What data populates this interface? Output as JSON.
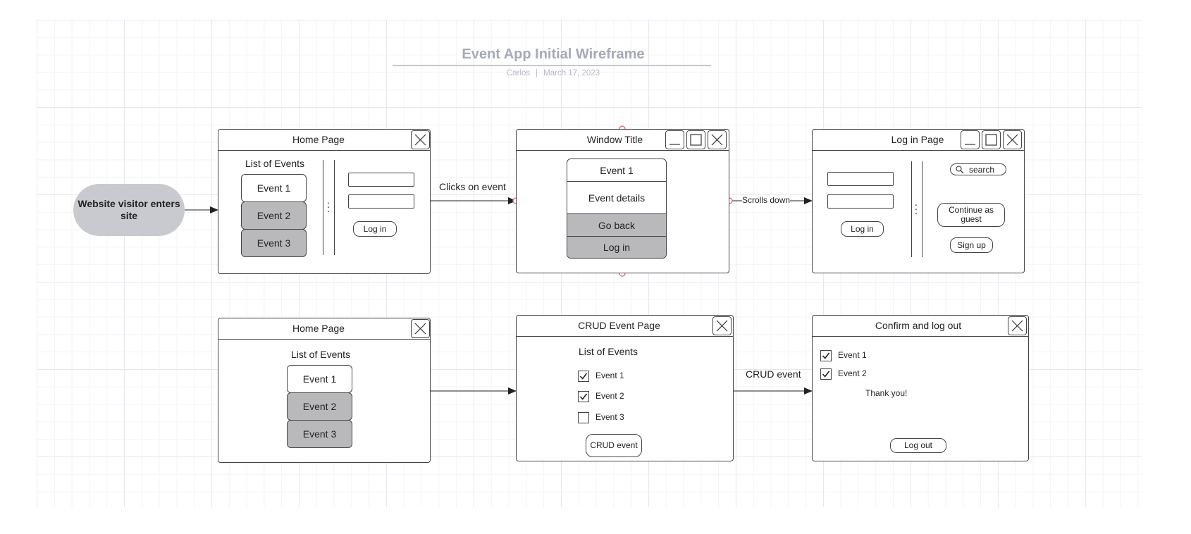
{
  "diagram": {
    "title": "Event App Initial Wireframe",
    "author": "Carlos",
    "date": "March 17, 2023",
    "separator": "|"
  },
  "start_node": {
    "label": "Website visitor enters site"
  },
  "home_page_1": {
    "title": "Home Page",
    "list_heading": "List of Events",
    "events": [
      "Event 1",
      "Event 2",
      "Event  3"
    ],
    "login_button": "Log in"
  },
  "event_window": {
    "title": "Window Title",
    "event_title": "Event 1",
    "event_details": "Event details",
    "go_back": "Go back",
    "login": "Log in"
  },
  "login_page": {
    "title": "Log in Page",
    "login_button": "Log in",
    "search_placeholder": "search",
    "guest_button": "Continue as guest",
    "signup_button": "Sign up"
  },
  "home_page_2": {
    "title": "Home Page",
    "list_heading": "List of Events",
    "events": [
      "Event 1",
      "Event 2",
      "Event  3"
    ]
  },
  "crud_page": {
    "title": "CRUD Event Page",
    "list_heading": "List of Events",
    "items": [
      {
        "label": "Event 1",
        "checked": true
      },
      {
        "label": "Event  2",
        "checked": true
      },
      {
        "label": "Event 3",
        "checked": false
      }
    ],
    "crud_button": "CRUD event"
  },
  "confirm_page": {
    "title": "Confirm and log out",
    "items": [
      {
        "label": "Event  1",
        "checked": true
      },
      {
        "label": "Event  2",
        "checked": true
      }
    ],
    "thanks": "Thank you!",
    "logout_button": "Log out"
  },
  "connectors": {
    "clicks_on_event": "Clicks on event",
    "scrolls_down": "Scrolls down",
    "crud_event": "CRUD event"
  },
  "colors": {
    "title_gray": "#a6aab6",
    "start_node_fill": "#c9cacf",
    "selected_fill": "#b9b9bc",
    "connection_point": "#d96a6a"
  }
}
